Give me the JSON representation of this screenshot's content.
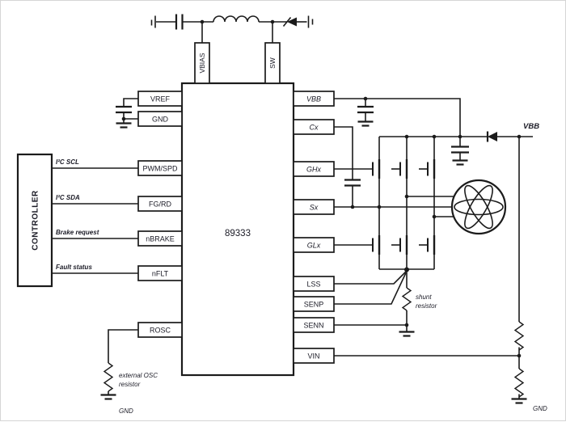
{
  "schematic": {
    "ic": {
      "part_number": "89333"
    },
    "controller": {
      "label": "CONTROLLER"
    },
    "top_pins": {
      "vbias": "VBIAS",
      "sw": "SW"
    },
    "left_pins": {
      "vref": "VREF",
      "gnd": "GND",
      "pwm_spd": "PWM/SPD",
      "fg_rd": "FG/RD",
      "nbrake": "nBRAKE",
      "nflt": "nFLT",
      "rosc": "ROSC"
    },
    "right_pins": {
      "vbb": "VBB",
      "cx": "Cx",
      "ghx": "GHx",
      "sx": "Sx",
      "glx": "GLx",
      "lss": "LSS",
      "senp": "SENP",
      "senn": "SENN",
      "vin": "VIN"
    },
    "controller_signals": {
      "scl": "I²C SCL",
      "sda": "I²C SDA",
      "brake": "Brake request",
      "fault": "Fault status"
    },
    "annotations": {
      "osc_resistor_line1": "external OSC",
      "osc_resistor_line2": "resistor",
      "gnd_bottom_left": "GND",
      "shunt_line1": "shunt",
      "shunt_line2": "resistor",
      "vbb_rail": "VBB",
      "gnd_bottom_right": "GND"
    },
    "colors": {
      "line": "#1b1b1b",
      "text": "#1b1b26",
      "background": "#ffffff"
    }
  }
}
